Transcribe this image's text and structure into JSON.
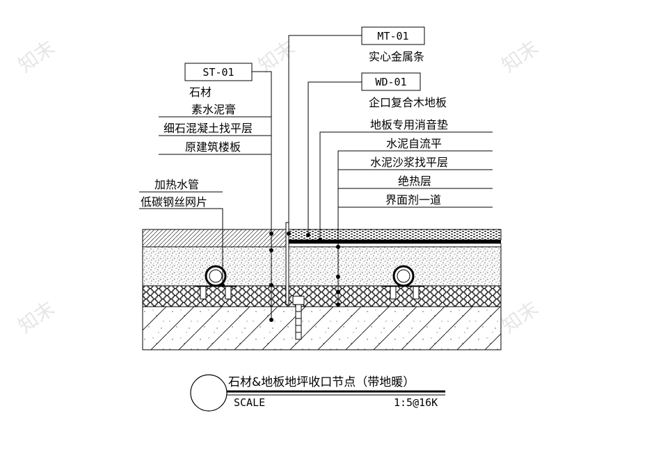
{
  "watermark": "知末",
  "tags": [
    {
      "id": "mt",
      "code": "MT-01",
      "desc": "实心金属条"
    },
    {
      "id": "wd",
      "code": "WD-01",
      "desc": "企口复合木地板"
    },
    {
      "id": "st",
      "code": "ST-01",
      "desc": "石材"
    }
  ],
  "left_labels": [
    "素水泥膏",
    "细石混凝土找平层",
    "原建筑楼板"
  ],
  "heating_labels": [
    "加热水管",
    "低碳钢丝网片"
  ],
  "right_labels": [
    "地板专用消音垫",
    "水泥自流平",
    "水泥沙浆找平层",
    "绝热层",
    "界面剂一道"
  ],
  "title_block": {
    "title": "石材&地板地坪收口节点（带地暖）",
    "scale_label": "SCALE",
    "scale_value": "1:5@16K"
  }
}
